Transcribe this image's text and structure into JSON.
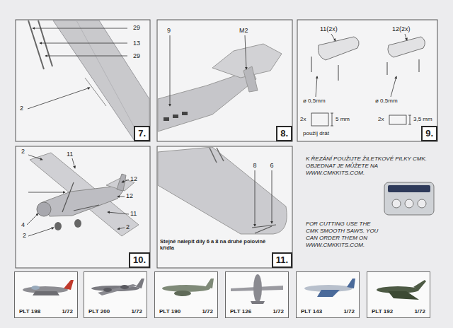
{
  "diagram": {
    "nodes": [
      {
        "text": [
          "7."
        ]
      },
      {
        "text": [
          "8."
        ]
      },
      {
        "text": [
          "9."
        ]
      },
      {
        "text": [
          "10."
        ]
      },
      {
        "text": [
          "11."
        ]
      },
      {
        "text": [
          "PLT 198",
          "1/72"
        ]
      },
      {
        "text": [
          "PLT 200",
          "1/72"
        ]
      },
      {
        "text": [
          "PLT 190",
          "1/72"
        ]
      },
      {
        "text": [
          "PLT 126",
          "1/72"
        ]
      },
      {
        "text": [
          "PLT 143",
          "1/72"
        ]
      },
      {
        "text": [
          "PLT 192",
          "1/72"
        ]
      }
    ],
    "labels": [
      "29",
      "13",
      "29",
      "2",
      "9",
      "M2",
      "11(2x)",
      "12(2x)",
      "ø 0,5mm",
      "2x",
      "5 mm",
      "ø 0,5mm",
      "2x",
      "3,5 mm",
      "použij drát",
      "2",
      "11",
      "12",
      "12",
      "4",
      "11",
      "2",
      "2",
      "8",
      "6",
      "Stejně nalepit díly 6 a 8 na druhé polovině křídla",
      "K ŘEZÁNÍ POUŽIJTE ŽILETKOVÉ PILKY CMK. OBJEDNAT JE MŮŽETE NA WWW.CMKKITS.COM.",
      "FOR CUTTING USE THE CMK SMOOTH SAWS. YOU CAN ORDER THEM ON WWW.CMKKITS.COM."
    ]
  }
}
